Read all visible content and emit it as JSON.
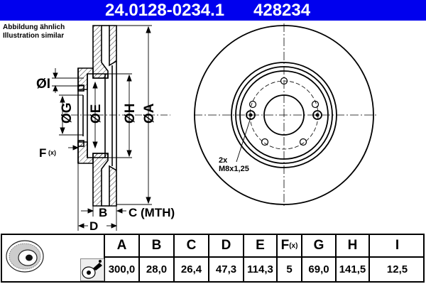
{
  "header": {
    "part_number": "24.0128-0234.1",
    "article_number": "428234",
    "background_color": "#0000ee"
  },
  "note": {
    "line1": "Abbildung ähnlich",
    "line2": "Illustration similar"
  },
  "drawing": {
    "section_labels": {
      "dia_I": "ØI",
      "dia_G": "ØG",
      "dia_E": "ØE",
      "dia_H": "ØH",
      "dia_A": "ØA",
      "F": "F",
      "F_sub": "(x)",
      "B": "B",
      "C": "C (MTH)",
      "D": "D"
    },
    "front_view": {
      "thread_qty": "2x",
      "thread_spec": "M8x1,25"
    }
  },
  "table": {
    "columns": [
      {
        "key": "A",
        "label": "A",
        "value": "300,0"
      },
      {
        "key": "B",
        "label": "B",
        "value": "28,0"
      },
      {
        "key": "C",
        "label": "C",
        "value": "26,4"
      },
      {
        "key": "D",
        "label": "D",
        "value": "47,3"
      },
      {
        "key": "E",
        "label": "E",
        "value": "114,3"
      },
      {
        "key": "F",
        "label": "F",
        "label_sub": "(x)",
        "value": "5"
      },
      {
        "key": "G",
        "label": "G",
        "value": "69,0"
      },
      {
        "key": "H",
        "label": "H",
        "value": "141,5"
      },
      {
        "key": "I",
        "label": "I",
        "value": "12,5"
      }
    ],
    "icons": [
      "brake-disc-icon",
      "spray-coating-icon"
    ]
  }
}
